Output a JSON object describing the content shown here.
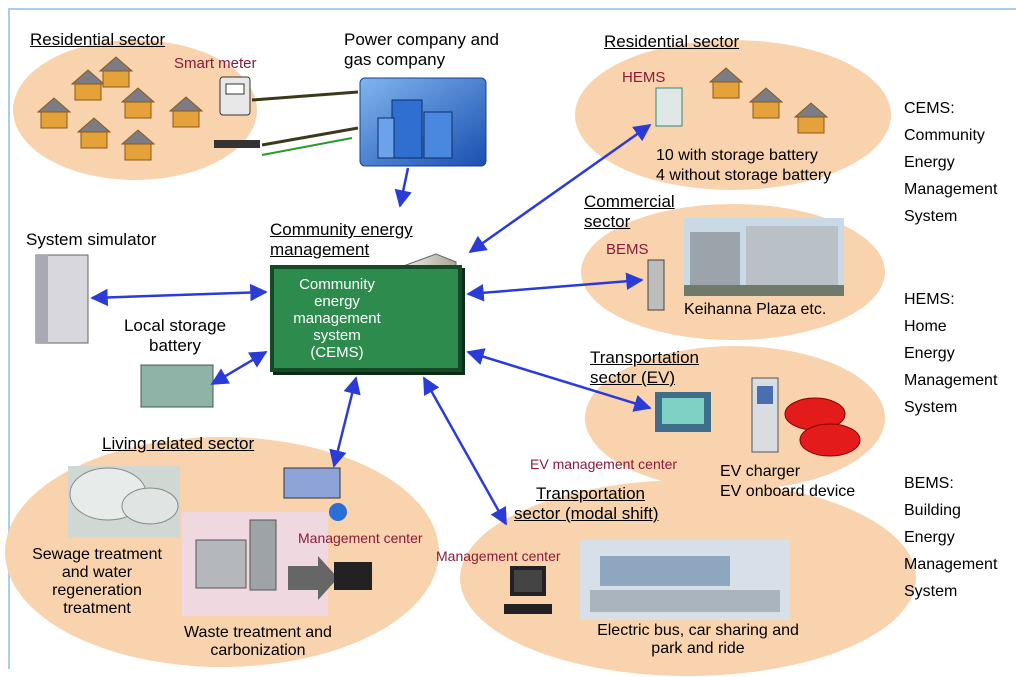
{
  "labels": {
    "residential_left": "Residential sector",
    "smart_meter": "Smart meter",
    "power_company": [
      "Power company and",
      "gas company"
    ],
    "residential_right": "Residential sector",
    "hems_device": "HEMS",
    "storage_with": "10 with storage battery",
    "storage_without": "4 without storage battery",
    "commercial": [
      "Commercial",
      "sector"
    ],
    "bems_device": "BEMS",
    "keihanna": "Keihanna Plaza etc.",
    "community_title": [
      "Community energy",
      "management"
    ],
    "cems_box": [
      "Community",
      "energy",
      "management",
      "system",
      "(CEMS)"
    ],
    "system_simulator": "System simulator",
    "local_storage": [
      "Local storage",
      "battery"
    ],
    "transport_ev": [
      "Transportation",
      "sector (EV)"
    ],
    "ev_center": "EV management center",
    "ev_charger": "EV charger",
    "ev_onboard": "EV onboard device",
    "living": "Living related sector",
    "living_center": "Management center",
    "sewage": [
      "Sewage treatment",
      "and water",
      "regeneration",
      "treatment"
    ],
    "waste": [
      "Waste treatment and",
      "carbonization"
    ],
    "transport_modal": [
      "Transportation",
      "sector (modal shift)"
    ],
    "modal_center": "Management center",
    "modal_desc": [
      "Electric bus, car sharing and",
      "park and ride"
    ]
  },
  "legend": [
    [
      "CEMS:",
      "Community",
      "Energy",
      "Management",
      "System"
    ],
    [
      "HEMS:",
      "Home",
      "Energy",
      "Management",
      "System"
    ],
    [
      "BEMS:",
      "Building",
      "Energy",
      "Management",
      "System"
    ]
  ],
  "colors": {
    "sector_fill": "#f8d3ae",
    "link": "#2b3bd6",
    "cems_green": "#2e8b4e",
    "label_maroon": "#8a1a3a"
  }
}
